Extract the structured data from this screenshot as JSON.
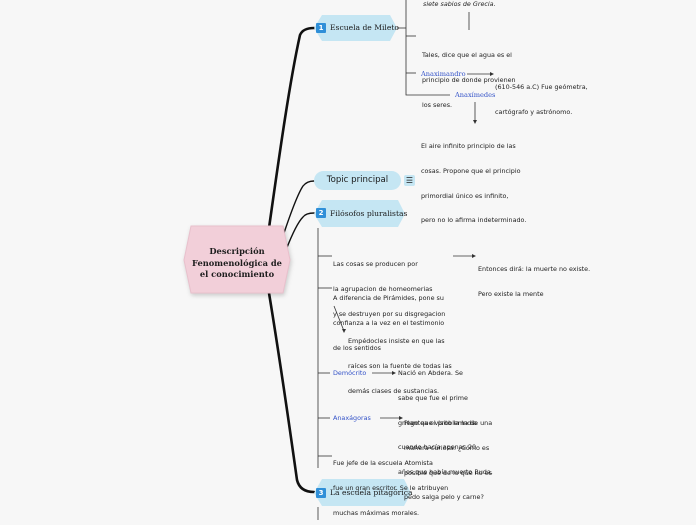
{
  "central": {
    "line1": "Descripción",
    "line2": "Fenomenológica de",
    "line3": "el conocimiento"
  },
  "topics": [
    {
      "number": "1",
      "label": "Escuela de Mileto"
    },
    {
      "label": "Topic principal",
      "icon": "list-icon"
    },
    {
      "number": "2",
      "label": "Filósofos pluralistas"
    },
    {
      "number": "3",
      "label": "La escuela pitagórica"
    }
  ],
  "mileto": {
    "top_text": "siete sabios de Grecia.",
    "tales": [
      "Tales, dice que el agua es el",
      "principio de donde provienen",
      "los seres."
    ],
    "anaximandro": {
      "label": "Anaximandro",
      "note": [
        "(610-546 a.C) Fue geómetra,",
        "cartógrafo y astrónomo."
      ]
    },
    "anaximenes": {
      "label": "Anaxímedes",
      "note": [
        "El aire infinito principio de las",
        "cosas. Propone que el principio",
        "primordial único es infinito,",
        "pero no lo afirma indeterminado."
      ]
    }
  },
  "pluralistas": {
    "cosas": {
      "text": [
        "Las cosas se producen por",
        "la agrupacion de homeomerias",
        "y se destruyen por su disgregacion"
      ],
      "note": [
        "Entonces dirá: la muerte no existe.",
        "Pero existe la mente"
      ]
    },
    "diferencia": [
      "A diferencia de Pirámides, pone su",
      "confianza a la vez en el testimonio",
      "de los sentidos"
    ],
    "empedocles": [
      "Empédocles insiste en que las",
      "raíces son la fuente de todas las",
      "demás clases de sustancias."
    ],
    "democrito": {
      "label": "Demócrito",
      "note": [
        "Nació en Abdera. Se",
        "sabe que fue el prime",
        "griego que visito la India",
        "cuando hacía apenas 20",
        "años que había muerto Buda."
      ]
    },
    "anaxagoras": {
      "label": "Anaxágoras",
      "note": [
        "Plantea el problema de una",
        "manera curiosa: ¿Cómo es",
        "posible que de lo que no es",
        "pedo salga pelo y carne?"
      ]
    },
    "jefe": [
      "Fue jefe de la escuela Atomista",
      "fue un gran escritor. Se le atribuyen",
      "muchas máximas morales."
    ]
  },
  "colors": {
    "central_fill": "#f2cfd9",
    "topic_fill": "#c5e6f3",
    "number_badge": "#2f8fd8",
    "link_text": "#3453c8",
    "branch_line": "#111111"
  }
}
